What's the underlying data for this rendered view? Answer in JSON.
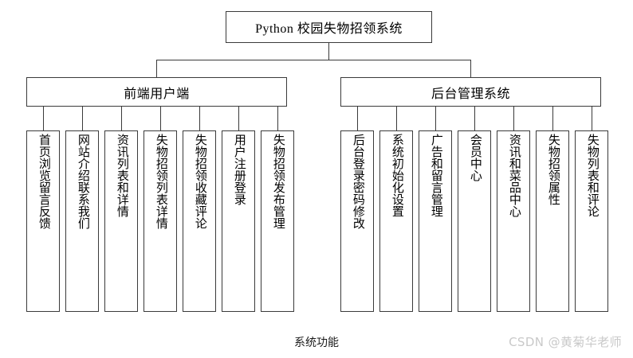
{
  "diagram": {
    "type": "tree",
    "caption": "系统功能",
    "watermark": "CSDN @黄菊华老师",
    "colors": {
      "stroke": "#3a3a3a",
      "background": "#ffffff",
      "text": "#000000",
      "watermark": "#c9c9c9"
    },
    "root": {
      "label": "Python 校园失物招领系统"
    },
    "branches": [
      {
        "label": "前端用户端",
        "leaves": [
          {
            "label": "首页浏览留言反馈"
          },
          {
            "label": "网站介绍联系我们"
          },
          {
            "label": "资讯列表和详情"
          },
          {
            "label": "失物招领列表详情"
          },
          {
            "label": "失物招领收藏评论"
          },
          {
            "label": "用户注册登录"
          },
          {
            "label": "失物招领发布管理"
          }
        ]
      },
      {
        "label": "后台管理系统",
        "leaves": [
          {
            "label": "后台登录密码修改"
          },
          {
            "label": "系统初始化设置"
          },
          {
            "label": "广告和留言管理"
          },
          {
            "label": "会员中心"
          },
          {
            "label": "资讯和菜品中心"
          },
          {
            "label": "失物招领属性"
          },
          {
            "label": "失物列表和评论"
          }
        ]
      }
    ]
  }
}
